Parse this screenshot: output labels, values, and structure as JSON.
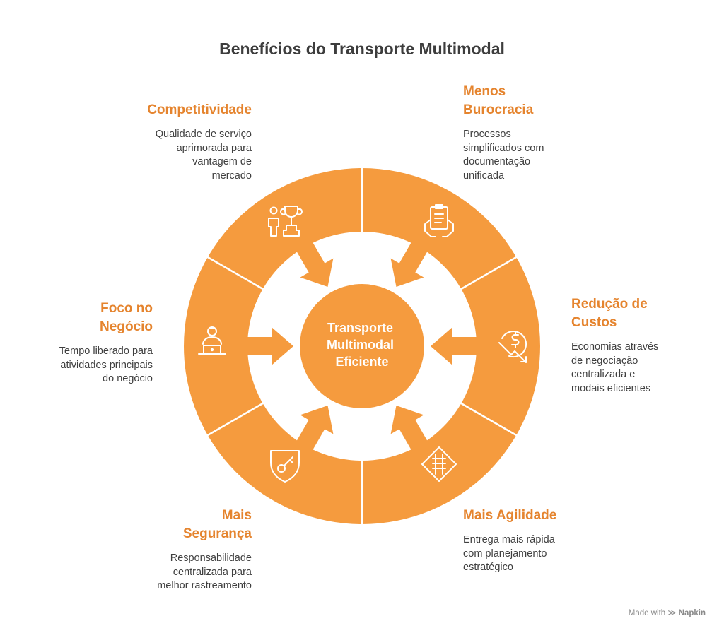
{
  "title": "Benefícios do Transporte Multimodal",
  "center_label": [
    "Transporte",
    "Multimodal",
    "Eficiente"
  ],
  "colors": {
    "accent": "#f59b3e",
    "heading": "#e5842e",
    "text": "#3f3f3f"
  },
  "benefits": [
    {
      "heading_lines": [
        "Competitividade"
      ],
      "description_lines": [
        "Qualidade de serviço",
        "aprimorada para",
        "vantagem de",
        "mercado"
      ],
      "icon": "trophy-person-icon"
    },
    {
      "heading_lines": [
        "Menos",
        "Burocracia"
      ],
      "description_lines": [
        "Processos",
        "simplificados com",
        "documentação",
        "unificada"
      ],
      "icon": "clipboard-hands-icon"
    },
    {
      "heading_lines": [
        "Redução de",
        "Custos"
      ],
      "description_lines": [
        "Economias através",
        "de negociação",
        "centralizada e",
        "modais eficientes"
      ],
      "icon": "cost-down-icon"
    },
    {
      "heading_lines": [
        "Mais Agilidade"
      ],
      "description_lines": [
        "Entrega mais rápida",
        "com planejamento",
        "estratégico"
      ],
      "icon": "railway-sign-icon"
    },
    {
      "heading_lines": [
        "Mais",
        "Segurança"
      ],
      "description_lines": [
        "Responsabilidade",
        "centralizada para",
        "melhor rastreamento"
      ],
      "icon": "shield-key-icon"
    },
    {
      "heading_lines": [
        "Foco no",
        "Negócio"
      ],
      "description_lines": [
        "Tempo liberado para",
        "atividades principais",
        "do negócio"
      ],
      "icon": "person-laptop-icon"
    }
  ],
  "footer": {
    "made_with": "Made with",
    "brand": "Napkin"
  }
}
